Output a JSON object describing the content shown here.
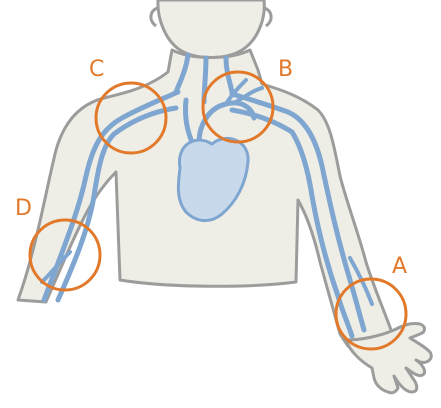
{
  "figure": {
    "markers": [
      {
        "id": "A",
        "label": "A"
      },
      {
        "id": "B",
        "label": "B"
      },
      {
        "id": "C",
        "label": "C"
      },
      {
        "id": "D",
        "label": "D"
      }
    ],
    "colors": {
      "marker": "#e2792a",
      "skin_fill": "#efeee6",
      "outline": "#9c9c9c",
      "vessel": "#7ea6d0",
      "vessel_fill": "#c9d9ec"
    }
  }
}
